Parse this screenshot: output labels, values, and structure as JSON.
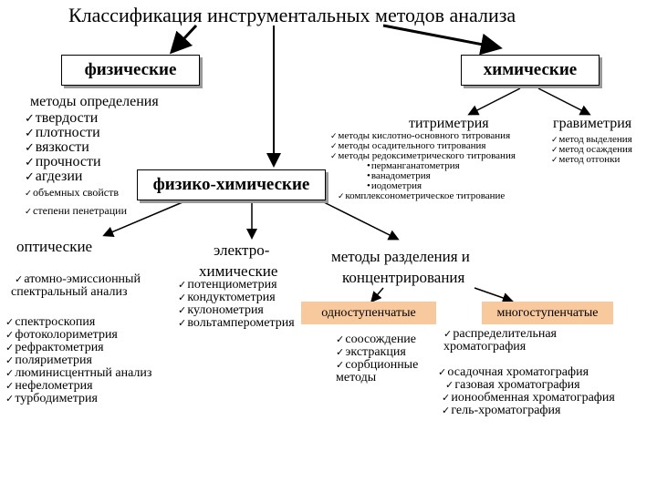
{
  "title": "Классификация инструментальных методов анализа",
  "physical": {
    "label": "физические",
    "heading": "методы определения",
    "items": [
      "твердости",
      "плотности",
      "вязкости",
      "прочности",
      "агдезии"
    ],
    "small_items": [
      "объемных свойств",
      "степени пенетрации"
    ]
  },
  "chemical": {
    "label": "химические",
    "titrimetry": {
      "label": "титриметрия",
      "items": [
        "методы кислотно-основного титрования",
        "методы осадительного титрования",
        "методы редоксиметрического титрования"
      ],
      "sub_items": [
        "перманганатометрия",
        "ванадометрия",
        "иодометрия"
      ],
      "last": "комплексонометрическое титрование"
    },
    "gravimetry": {
      "label": "гравиметрия",
      "items": [
        "метод выделения",
        "метод осаждения",
        "метод отгонки"
      ]
    }
  },
  "physchem": {
    "label": "физико-химические",
    "optical": {
      "label": "оптические",
      "first": [
        "атомно-эмиссионный",
        "спектральный анализ"
      ],
      "items": [
        "спектроскопия",
        "фотоколориметрия",
        "рефрактометрия",
        "поляриметрия",
        "люминисцентный анализ",
        "нефелометрия",
        "турбодиметрия"
      ]
    },
    "electro": {
      "label_1": "электро-",
      "label_2": "химические",
      "items": [
        "потенциометрия",
        "кондуктометрия",
        "кулонометрия",
        "вольтамперометрия"
      ]
    },
    "separation": {
      "label_1": "методы разделения и",
      "label_2": "концентрирования",
      "single": {
        "label": "одноступенчатые",
        "items": [
          "соосождение",
          "экстракция",
          "сорбционные"
        ],
        "items_tail": "методы"
      },
      "multi": {
        "label": "многоступенчатые",
        "first": [
          "распределительная",
          "хроматография"
        ],
        "items": [
          "осадочная хроматография",
          "газовая хроматография",
          "ионообменная хроматография",
          "гель-хроматография"
        ]
      }
    }
  },
  "colors": {
    "orange_box": "#f8c99c"
  }
}
